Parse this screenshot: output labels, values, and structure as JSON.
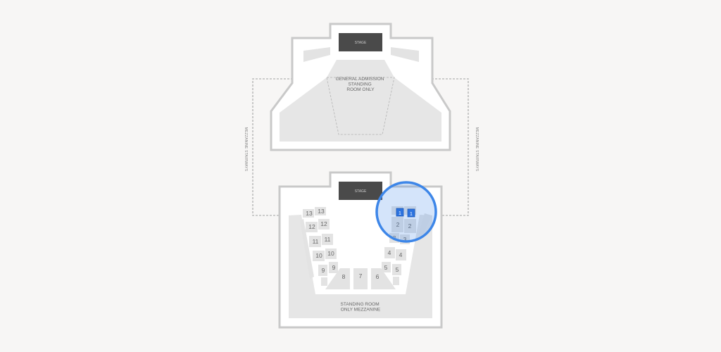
{
  "upper_level": {
    "stage": "STAGE",
    "standing_area": [
      "GENERAL ADMISSION",
      "STANDING",
      "ROOM ONLY"
    ]
  },
  "lower_level": {
    "stage": "STAGE",
    "standing_area": [
      "STANDING ROOM",
      "ONLY MEZZANINE"
    ]
  },
  "walkways": {
    "left": "MEZZANINE STAIRWAYS",
    "right": "MEZZANINE STAIRWAYS"
  },
  "sections": {
    "left": [
      "13",
      "12",
      "11",
      "10",
      "9"
    ],
    "right": [
      "1",
      "2",
      "3",
      "4",
      "5"
    ],
    "center": [
      "8",
      "7",
      "6"
    ]
  },
  "selection": {
    "section": "1",
    "highlight_color": "#3d86e8"
  },
  "colors": {
    "background": "#f7f6f5",
    "structure": "#c9c9c9",
    "floor": "#e6e6e6",
    "seat_box": "#e3e3e3",
    "stage": "#4a4a4a",
    "selected_seat": "#2c73e0"
  }
}
